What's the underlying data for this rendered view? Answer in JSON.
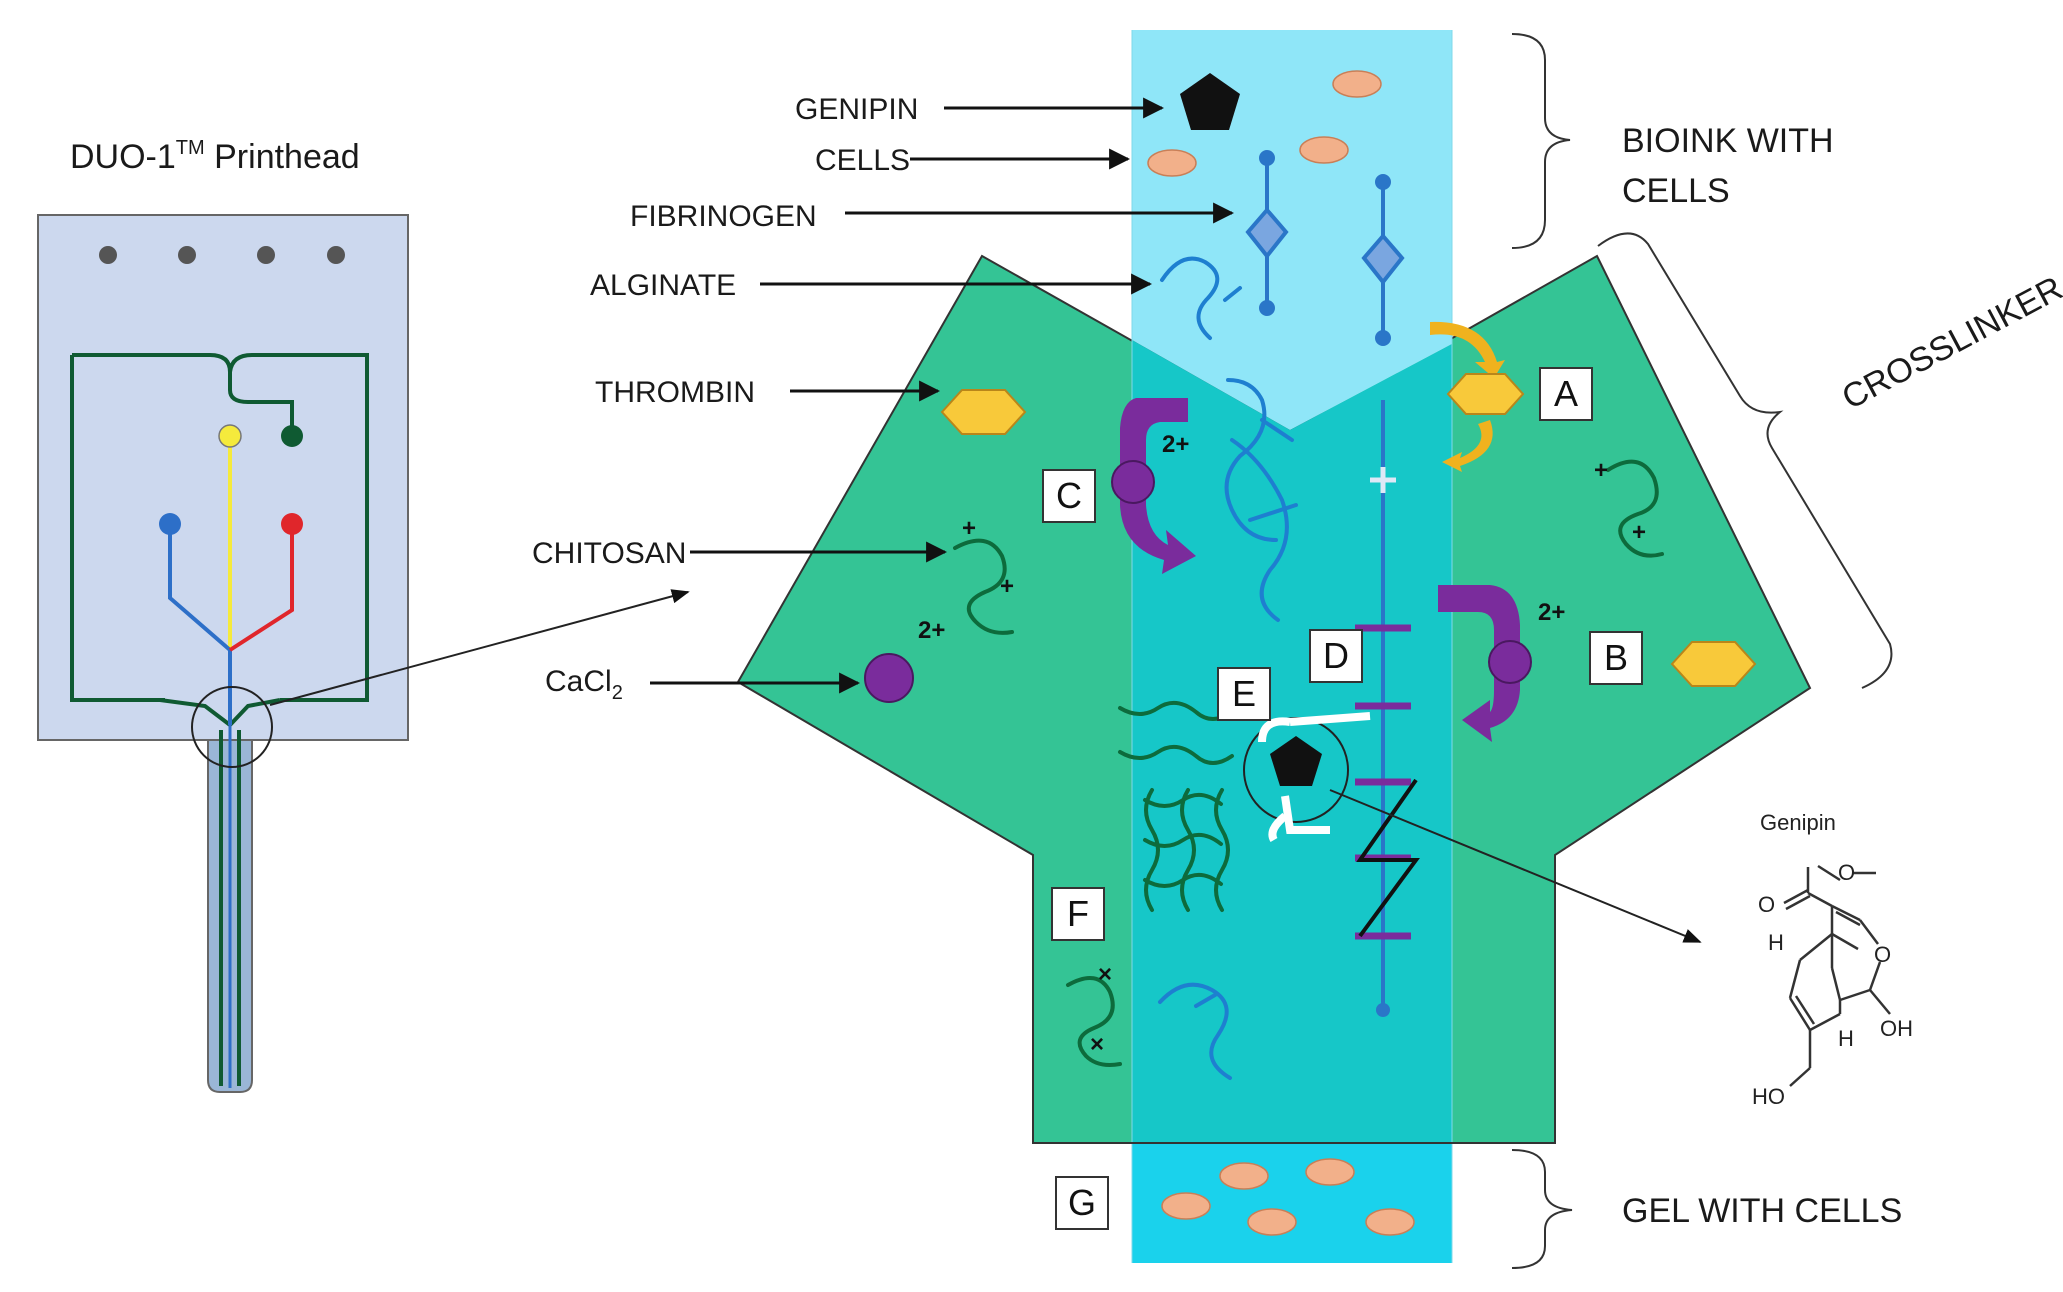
{
  "printhead": {
    "title_main": "DUO-1",
    "title_sup": "TM",
    "title_rest": " Printhead",
    "channel_colors": {
      "green": "#0f5a32",
      "yellow": "#f5ea3c",
      "blue": "#2d6fc8",
      "red": "#e0262b"
    }
  },
  "labels": {
    "genipin": "GENIPIN",
    "cells": "CELLS",
    "fibrinogen": "FIBRINOGEN",
    "alginate": "ALGINATE",
    "thrombin": "THROMBIN",
    "chitosan": "CHITOSAN",
    "cacl2_main": "CaCl",
    "cacl2_sub": "2",
    "bioink_line1": "BIOINK WITH",
    "bioink_line2": "CELLS",
    "crosslinker": "CROSSLINKER",
    "gel_with_cells": "GEL WITH CELLS"
  },
  "steps": {
    "a": "A",
    "b": "B",
    "c": "C",
    "d": "D",
    "e": "E",
    "f": "F",
    "g": "G"
  },
  "charges": {
    "calcium": "2+",
    "plus": "+",
    "x": "×"
  },
  "genipin_structure": {
    "title": "Genipin",
    "atom_o_carbonyl": "O",
    "atom_o_methyl": "O",
    "atom_o_ring": "O",
    "atom_h_top": "H",
    "atom_h_bottom": "H",
    "group_oh": "OH",
    "group_ho": "HO"
  },
  "colors": {
    "crosslinker_green": "#34c495",
    "bioink_blue": "#8fe6f8",
    "mixing_teal": "#16c7c8",
    "gel_cyan": "#1ad2ec",
    "cell_orange": "#f2b08a",
    "calcium_purple": "#7a2c9c",
    "thrombin_yellow": "#f8c93a",
    "thrombin_arrow": "#f0b21e",
    "alginate_blue": "#1e7fd0",
    "chitosan_green": "#0d6b3c",
    "fibrin_blue": "#2a76c8"
  }
}
